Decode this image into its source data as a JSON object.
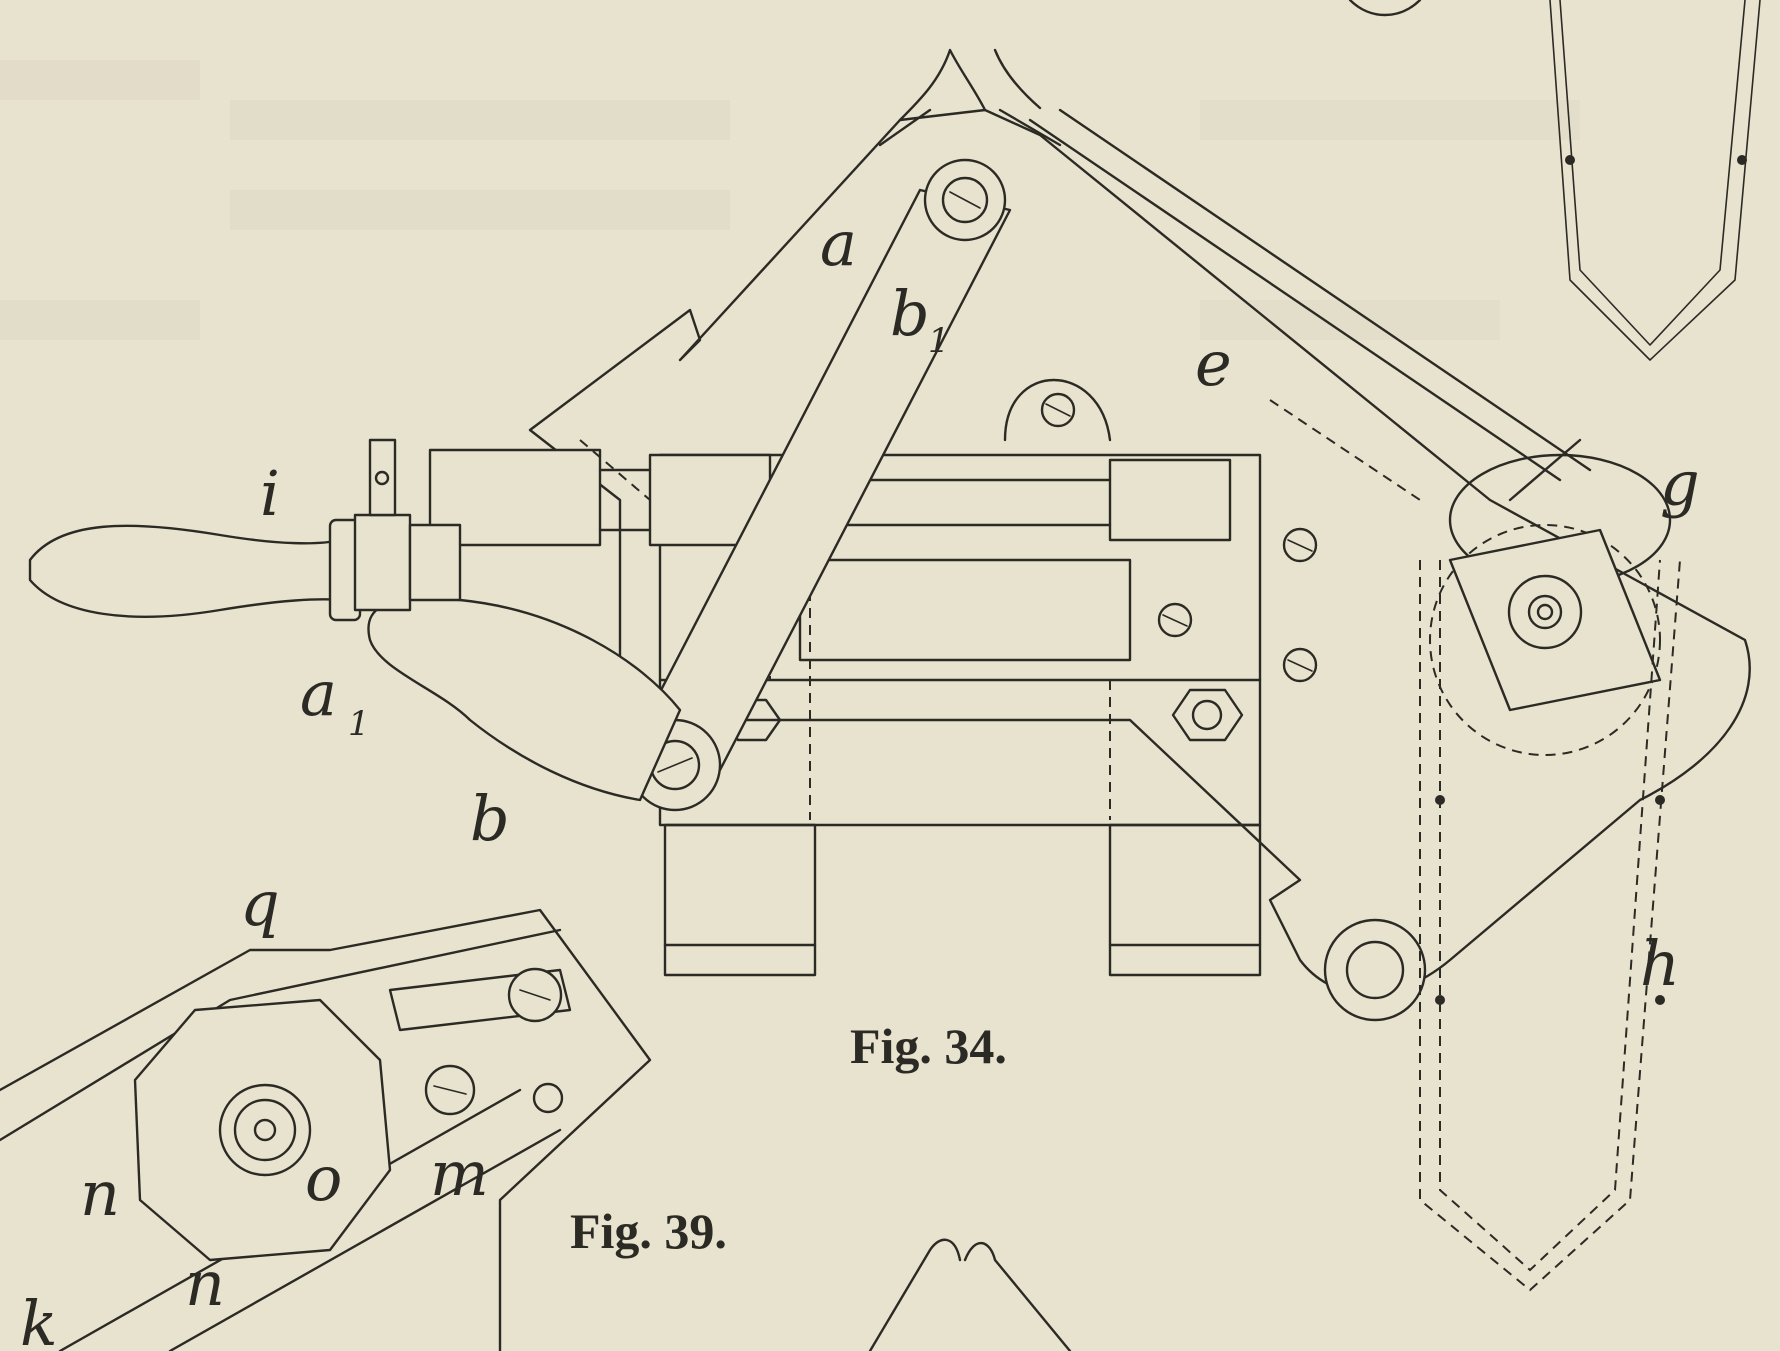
{
  "figures": [
    {
      "caption": "Fig. 34."
    },
    {
      "caption": "Fig. 39."
    }
  ],
  "labels": {
    "a": "a",
    "b1": "b",
    "b1_sub": "1",
    "e": "e",
    "g": "g",
    "i": "i",
    "a1": "a",
    "a1_sub": "1",
    "b": "b",
    "h": "h",
    "q": "q",
    "n_upper": "n",
    "o": "o",
    "m": "m",
    "n_lower": "n",
    "k": "k"
  },
  "colors": {
    "paper": "#e8e3cf",
    "ink": "#2b2a24"
  }
}
